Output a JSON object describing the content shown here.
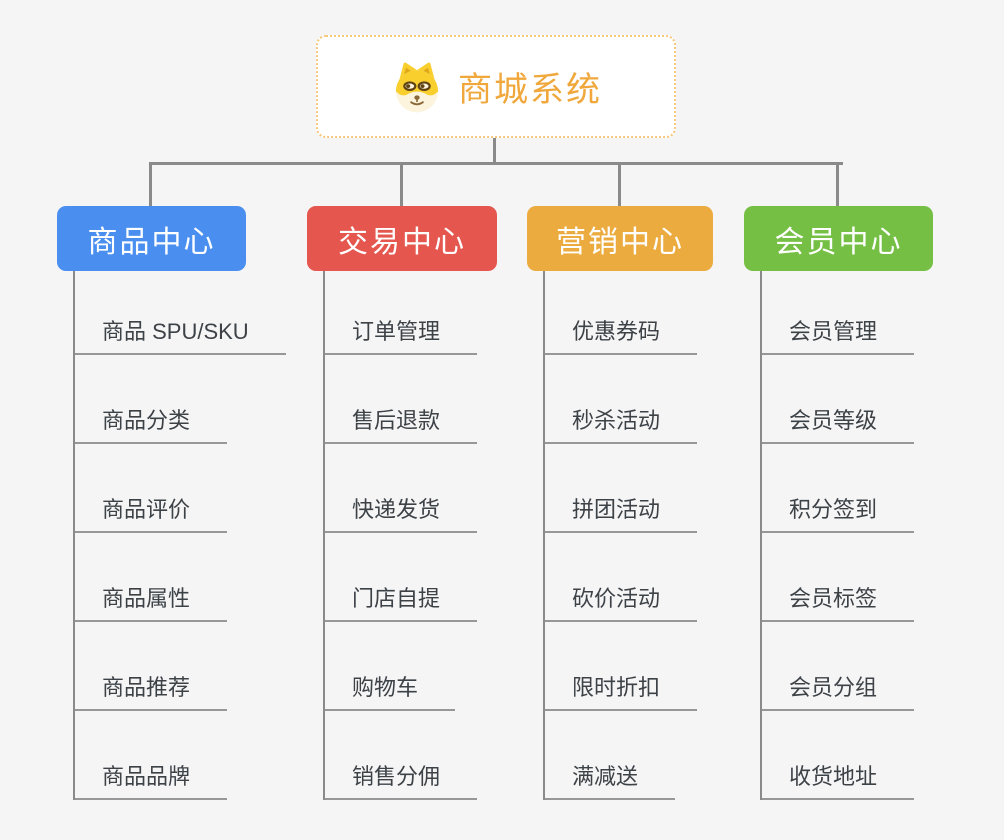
{
  "page": {
    "background": "#f5f5f6",
    "connector_color": "#8a8a8a",
    "underline_color": "#979797",
    "child_text_color": "#3d4247"
  },
  "root": {
    "title": "商城系统",
    "icon": "shiba-dog-icon",
    "text_color": "#f0a83c",
    "border_color": "#f6c87b",
    "background": "#ffffff"
  },
  "branches": [
    {
      "label": "商品中心",
      "color": "#4a8ff0",
      "children": [
        "商品 SPU/SKU",
        "商品分类",
        "商品评价",
        "商品属性",
        "商品推荐",
        "商品品牌"
      ]
    },
    {
      "label": "交易中心",
      "color": "#e5564f",
      "children": [
        "订单管理",
        "售后退款",
        "快递发货",
        "门店自提",
        "购物车",
        "销售分佣"
      ]
    },
    {
      "label": "营销中心",
      "color": "#ecab3f",
      "children": [
        "优惠券码",
        "秒杀活动",
        "拼团活动",
        "砍价活动",
        "限时折扣",
        "满减送"
      ]
    },
    {
      "label": "会员中心",
      "color": "#75c044",
      "children": [
        "会员管理",
        "会员等级",
        "积分签到",
        "会员标签",
        "会员分组",
        "收货地址"
      ]
    }
  ]
}
